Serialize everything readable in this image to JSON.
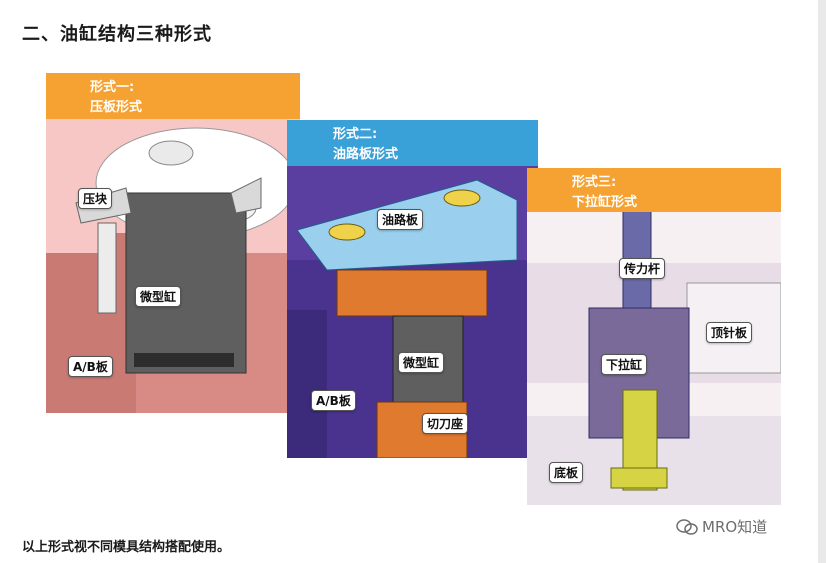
{
  "heading": "二、油缸结构三种形式",
  "footer": "以上形式视不同模具结构搭配使用。",
  "watermark": {
    "icon": "wechat-icon",
    "text": "MRO知道"
  },
  "colors": {
    "orange": "#f5a233",
    "blue": "#3aa0d8",
    "pink": "#f6c7c5",
    "purple": "#5a3fa0"
  },
  "panels": [
    {
      "title_line1": "形式一:",
      "title_line2": "压板形式",
      "labels": {
        "block": "压块",
        "cylinder": "微型缸",
        "plate": "A/B板"
      }
    },
    {
      "title_line1": "形式二:",
      "title_line2": "油路板形式",
      "labels": {
        "oil_plate": "油路板",
        "cylinder": "微型缸",
        "plate": "A/B板",
        "cutter_seat": "切刀座"
      }
    },
    {
      "title_line1": "形式三:",
      "title_line2": "下拉缸形式",
      "labels": {
        "rod": "传力杆",
        "ejector_plate": "顶针板",
        "pull_cylinder": "下拉缸",
        "base_plate": "底板"
      }
    }
  ]
}
